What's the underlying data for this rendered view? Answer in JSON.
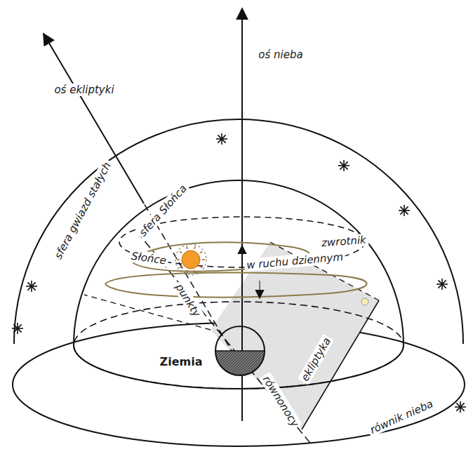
{
  "diagram": {
    "labels": [
      "oś nieba",
      "oś ekliptyki",
      "sfera gwiazd stałych",
      "sfera Słońca",
      "Słońce",
      "zwrotnik",
      "w ruchu dziennym",
      "punkty",
      "równonocy",
      "ekliptyka",
      "Ziemia",
      "równik nieba"
    ]
  }
}
